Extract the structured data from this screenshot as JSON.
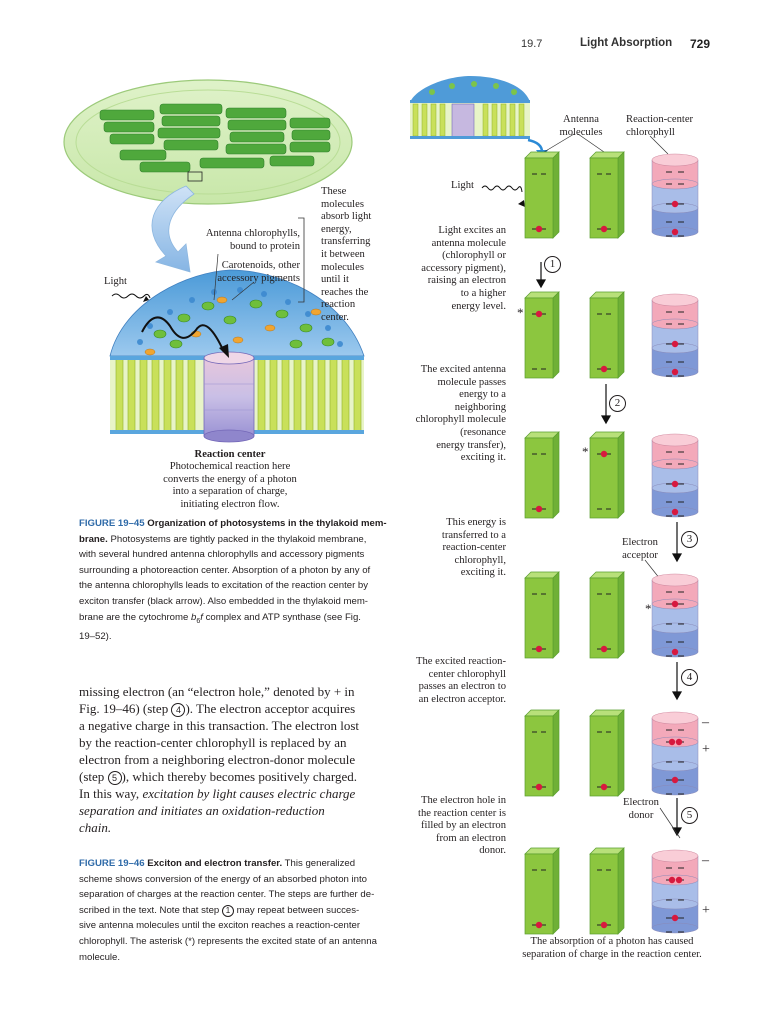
{
  "header": {
    "section": "19.7",
    "title": "Light Absorption",
    "page": "729"
  },
  "fig45": {
    "antenna_label_1": "Antenna chlorophylls,",
    "antenna_label_2": "bound to protein",
    "carotenoid_label_1": "Carotenoids, other",
    "carotenoid_label_2": "accessory pigments",
    "these_molecules": [
      "These",
      "molecules",
      "absorb light",
      "energy,",
      "transferring",
      "it between",
      "molecules",
      "until it",
      "reaches the",
      "reaction",
      "center."
    ],
    "light": "Light",
    "rc_title": "Reaction center",
    "rc_desc": [
      "Photochemical reaction here",
      "converts the energy of a photon",
      "into a separation of charge,",
      "initiating electron flow."
    ],
    "caption": {
      "fig": "FIGURE 19–45",
      "title_1": "Organization of photosystems in the thylakoid mem-",
      "title_2": "brane.",
      "lines": [
        " Photosystems are tightly packed in the thylakoid membrane,",
        "with several hundred antenna chlorophylls and accessory pigments",
        "surrounding a photoreaction center. Absorption of a photon by any of",
        "the antenna chlorophylls leads to excitation of the reaction center by",
        "exciton transfer (black arrow). Also embedded in the thylakoid mem-",
        "brane are the cytochrome ",
        " complex and ATP synthase (see Fig.",
        "19–52)."
      ],
      "cyt": "b",
      "cyt_sub": "6",
      "cyt_f": "f"
    }
  },
  "body_text": {
    "l1": "missing electron (an “electron hole,” denoted by + in",
    "l2a": "Fig. 19–46) (step ",
    "l2n": "4",
    "l2b": "). The electron acceptor acquires",
    "l3": "a negative charge in this transaction. The electron lost",
    "l4": "by the reaction-center chlorophyll is replaced by an",
    "l5": "electron from a neighboring electron-donor molecule",
    "l6a": "(step ",
    "l6n": "5",
    "l6b": "), which thereby becomes positively charged.",
    "l7a": "In this way, ",
    "l7i": "excitation by light causes electric charge",
    "l8": "separation and initiates an oxidation-reduction",
    "l9": "chain."
  },
  "fig46": {
    "antenna_molecules": [
      "Antenna",
      "molecules"
    ],
    "rc_chlorophyll": [
      "Reaction-center",
      "chlorophyll"
    ],
    "light": "Light",
    "step1_desc": [
      "Light excites an",
      "antenna molecule",
      "(chlorophyll or",
      "accessory pigment),",
      "raising an electron",
      "to a higher",
      "energy level."
    ],
    "step2_desc": [
      "The excited antenna",
      "molecule passes",
      "energy to a",
      "neighboring",
      "chlorophyll molecule",
      "(resonance",
      "energy transfer),",
      "exciting it."
    ],
    "step3_desc": [
      "This energy is",
      "transferred to a",
      "reaction-center",
      "chlorophyll,",
      "exciting it."
    ],
    "step4_desc": [
      "The excited reaction-",
      "center chlorophyll",
      "passes an electron to",
      "an electron acceptor."
    ],
    "step5_desc": [
      "The electron hole in",
      "the reaction center is",
      "filled by an electron",
      "from an electron",
      "donor."
    ],
    "electron_acceptor": [
      "Electron",
      "acceptor"
    ],
    "electron_donor": [
      "Electron",
      "donor"
    ],
    "step_numbers": [
      "1",
      "2",
      "3",
      "4",
      "5"
    ],
    "asterisk": "*",
    "minus": "–",
    "plus": "+",
    "final_caption": [
      "The absorption of a photon has caused",
      "separation of charge in the reaction center."
    ],
    "caption": {
      "fig": "FIGURE 19–46",
      "title": "Exciton and electron transfer.",
      "l1": " This generalized",
      "l2": "scheme shows conversion of the energy of an absorbed photon into",
      "l3": "separation of charges at the reaction center. The steps are further de-",
      "l4a": "scribed in the text. Note that step ",
      "l4n": "1",
      "l4b": " may repeat between succes-",
      "l5": "sive antenna molecules until the exciton reaches a reaction-center",
      "l6": "chlorophyll. The asterisk (*) represents the excited state of an antenna",
      "l7": "molecule."
    }
  },
  "colors": {
    "green": "#8cc63f",
    "green_dark": "#5a9e2e",
    "pink": "#f4a6b8",
    "blue_light": "#a9bde8",
    "blue": "#7f98d6",
    "electron": "#d7193f",
    "fig_blue": "#2e6aa8"
  }
}
